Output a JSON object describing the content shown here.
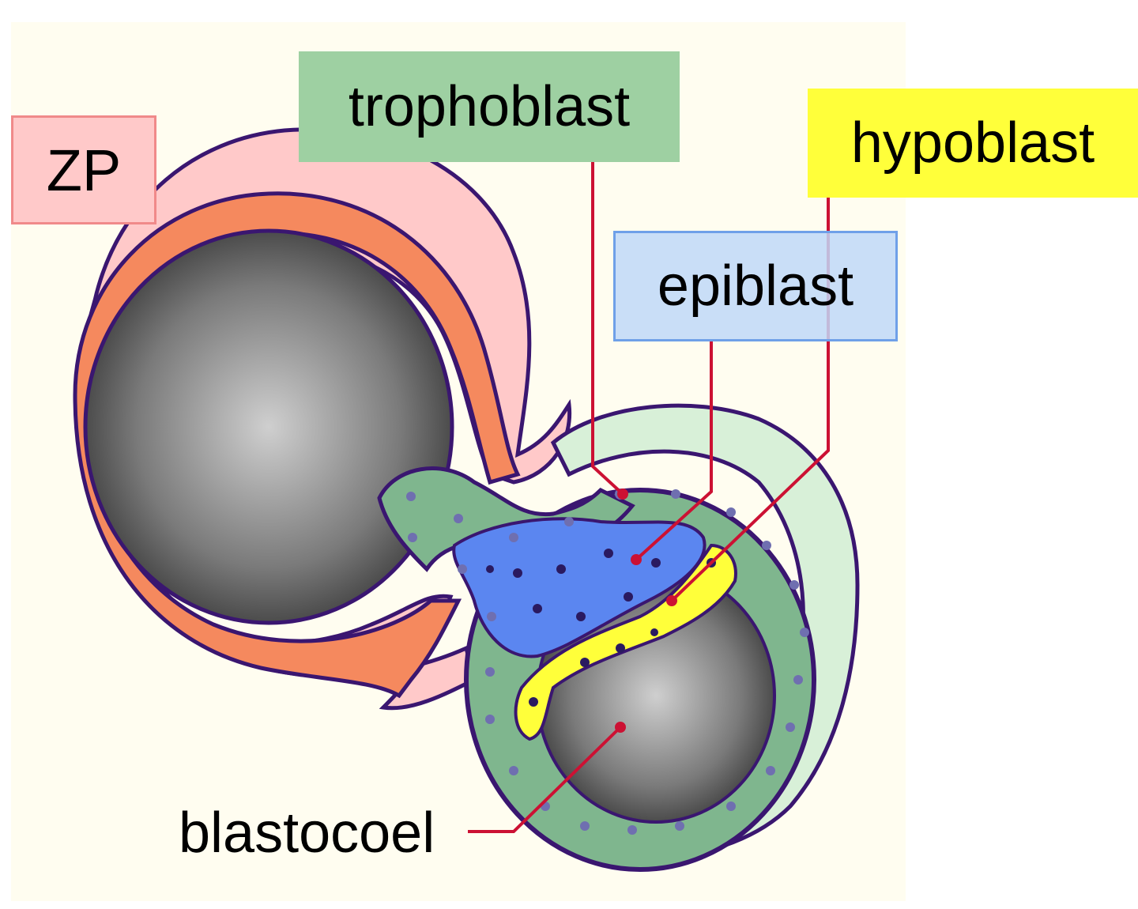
{
  "labels": {
    "zp": "ZP",
    "trophoblast": "trophoblast",
    "hypoblast": "hypoblast",
    "epiblast": "epiblast",
    "blastocoel": "blastocoel"
  },
  "colors": {
    "background": "#fffdf0",
    "zp_fill": "#ffc9c9",
    "zp_border": "#f08a8a",
    "trophoblast_fill": "#9ed0a2",
    "trophoblast_cell": "#7fb68e",
    "hypoblast_fill": "#ffff3a",
    "epiblast_fill": "#c0d8f8",
    "epiblast_border": "#6fa0e8",
    "epiblast_cell": "#5b86f0",
    "outline": "#3a1670",
    "leader": "#cc1133",
    "orange_layer": "#f5895e"
  }
}
